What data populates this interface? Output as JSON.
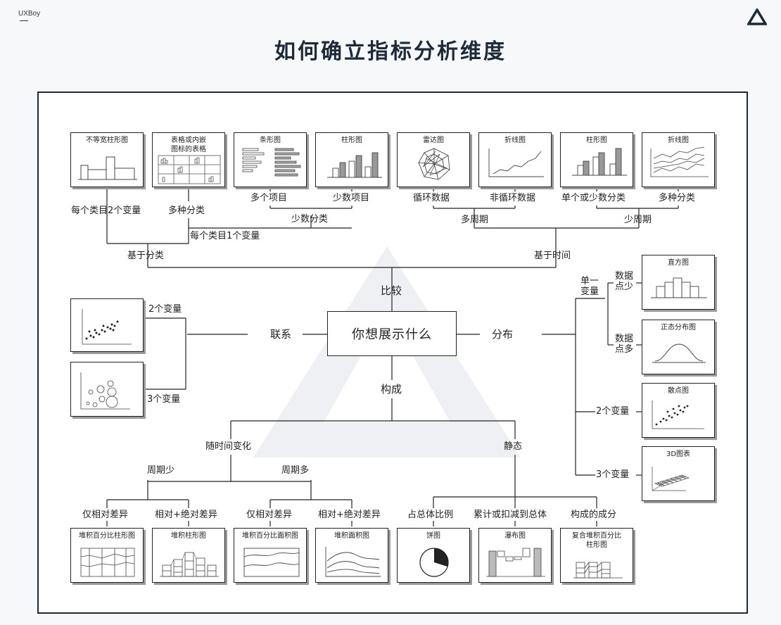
{
  "brand": "UXBoy",
  "title": "如何确立指标分析维度",
  "center": "你想展示什么",
  "branches": {
    "compare": "比较",
    "relation": "联系",
    "distribution": "分布",
    "composition": "构成"
  },
  "compare": {
    "by_category": "基于分类",
    "by_time": "基于时间",
    "two_vars_per_item": "每个类目2个变量",
    "many_categories": "多种分类",
    "one_var_per_item": "每个类目1个变量",
    "few_categories": "少数分类",
    "many_items": "多个项目",
    "few_items": "少数项目",
    "many_periods": "多周期",
    "few_periods": "少周期",
    "cyclic": "循环数据",
    "non_cyclic": "非循环数据",
    "single_few": "单个或少数分类",
    "multi_cat": "多种分类"
  },
  "compare_cards": [
    "不等宽柱形图",
    "表格或内嵌\n图标的表格",
    "条形图",
    "柱形图",
    "雷达图",
    "折线图",
    "柱形图",
    "折线图"
  ],
  "relation": {
    "two_vars": "2个变量",
    "three_vars": "3个变量"
  },
  "distribution": {
    "single_var": "单一\n变量",
    "few_points": "数据\n点少",
    "many_points": "数据\n点多",
    "two_vars": "2个变量",
    "three_vars": "3个变量"
  },
  "distribution_cards": [
    "直方图",
    "正态分布图",
    "散点图",
    "3D图表"
  ],
  "composition": {
    "over_time": "随时间变化",
    "static": "静态",
    "few_periods": "周期少",
    "many_periods": "周期多",
    "relative_only_1": "仅相对差异",
    "rel_abs_1": "相对+绝对差异",
    "relative_only_2": "仅相对差异",
    "rel_abs_2": "相对+绝对差异",
    "share_total": "占总体比例",
    "accum": "累计或扣减到总体",
    "components": "构成的成分"
  },
  "composition_cards": [
    "堆积百分比柱形图",
    "堆积柱形图",
    "堆积百分比面积图",
    "堆积面积图",
    "饼图",
    "瀑布图",
    "复合堆积百分比\n柱形图"
  ]
}
